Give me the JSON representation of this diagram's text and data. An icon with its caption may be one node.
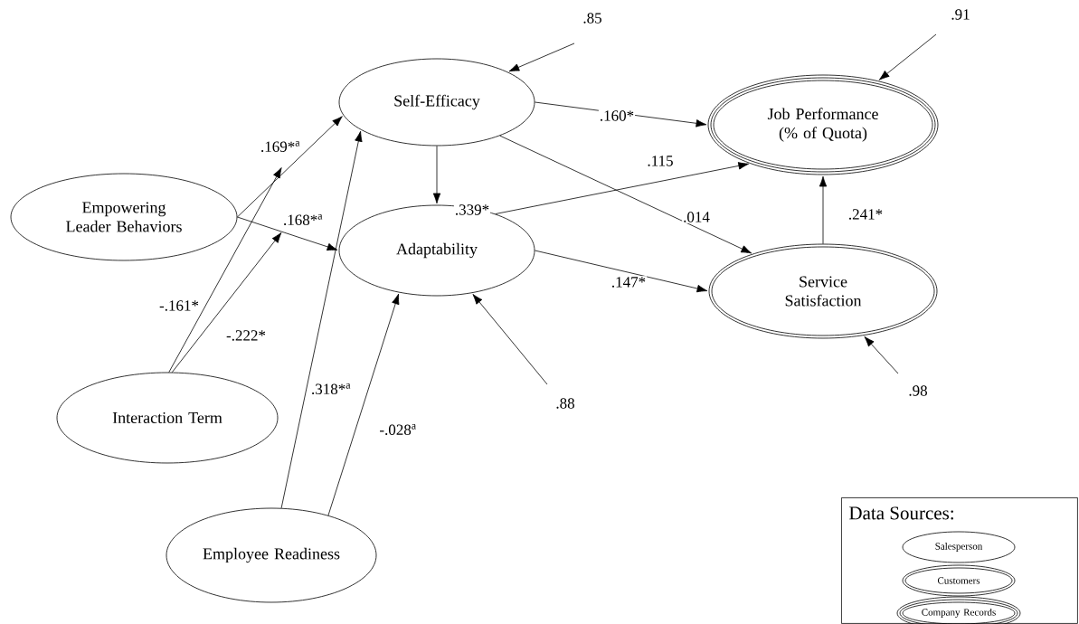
{
  "diagram": {
    "nodes": [
      {
        "text": [
          "Empowering Leader Behaviors"
        ]
      },
      {
        "text": [
          "Interaction Term"
        ]
      },
      {
        "text": [
          "Employee Readiness"
        ]
      },
      {
        "text": [
          "Self-Efficacy"
        ]
      },
      {
        "text": [
          "Adaptability"
        ]
      },
      {
        "text": [
          "Job Performance (% of Quota)"
        ]
      },
      {
        "text": [
          "Service Satisfaction"
        ]
      },
      {
        "text": [
          "Data Sources:"
        ]
      },
      {
        "text": [
          "Salesperson"
        ],
        "in": 7
      },
      {
        "text": [
          "Customers"
        ],
        "in": 7
      },
      {
        "text": [
          "Company Records"
        ],
        "in": 7
      }
    ],
    "edges": [
      {
        "from": 0,
        "to": 3,
        "arrow": "to",
        "label": ".169*$^{a}$"
      },
      {
        "from": 0,
        "to": 4,
        "arrow": "to",
        "label": ".168*$^{a}$"
      },
      {
        "from": 1,
        "to": null,
        "arrow": "to",
        "label": "-.161*"
      },
      {
        "from": 1,
        "to": null,
        "arrow": "to",
        "label": "-.222*"
      },
      {
        "from": 2,
        "to": 3,
        "arrow": "to",
        "label": ".318*$^{a}$"
      },
      {
        "from": 2,
        "to": 4,
        "arrow": "to",
        "label": "-.028$^{a}$"
      },
      {
        "from": 3,
        "to": 5,
        "arrow": "to",
        "label": ".160*"
      },
      {
        "from": 3,
        "to": 4,
        "arrow": "to",
        "label": ".339*"
      },
      {
        "from": 3,
        "to": 6,
        "arrow": "to",
        "label": ".014"
      },
      {
        "from": 4,
        "to": 5,
        "arrow": "to",
        "label": ".115"
      },
      {
        "from": 4,
        "to": 6,
        "arrow": "to",
        "label": ".147*"
      },
      {
        "from": 6,
        "to": 5,
        "arrow": "to",
        "label": ".241*"
      },
      {
        "from": null,
        "to": 3,
        "arrow": "to",
        "label": ".85"
      },
      {
        "from": null,
        "to": 5,
        "arrow": "to",
        "label": ".91"
      },
      {
        "from": null,
        "to": 4,
        "arrow": "to",
        "label": ".88"
      },
      {
        "from": null,
        "to": 6,
        "arrow": "to",
        "label": ".98"
      }
    ]
  }
}
